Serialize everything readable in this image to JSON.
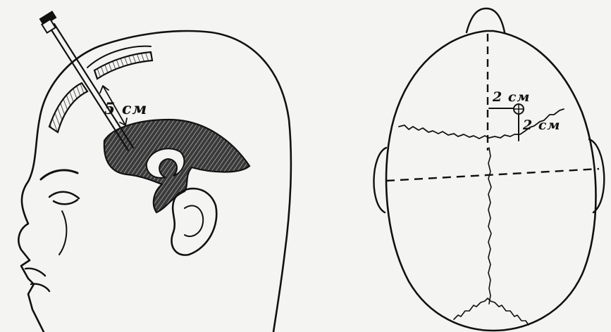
{
  "figure": {
    "left_panel": {
      "label_depth": "5 см"
    },
    "right_panel": {
      "label_horizontal": "2 см",
      "label_vertical": "2 см"
    }
  },
  "colors": {
    "ink": "#111111",
    "paper": "#f4f4f2",
    "hatch": "#2a2a2a"
  }
}
